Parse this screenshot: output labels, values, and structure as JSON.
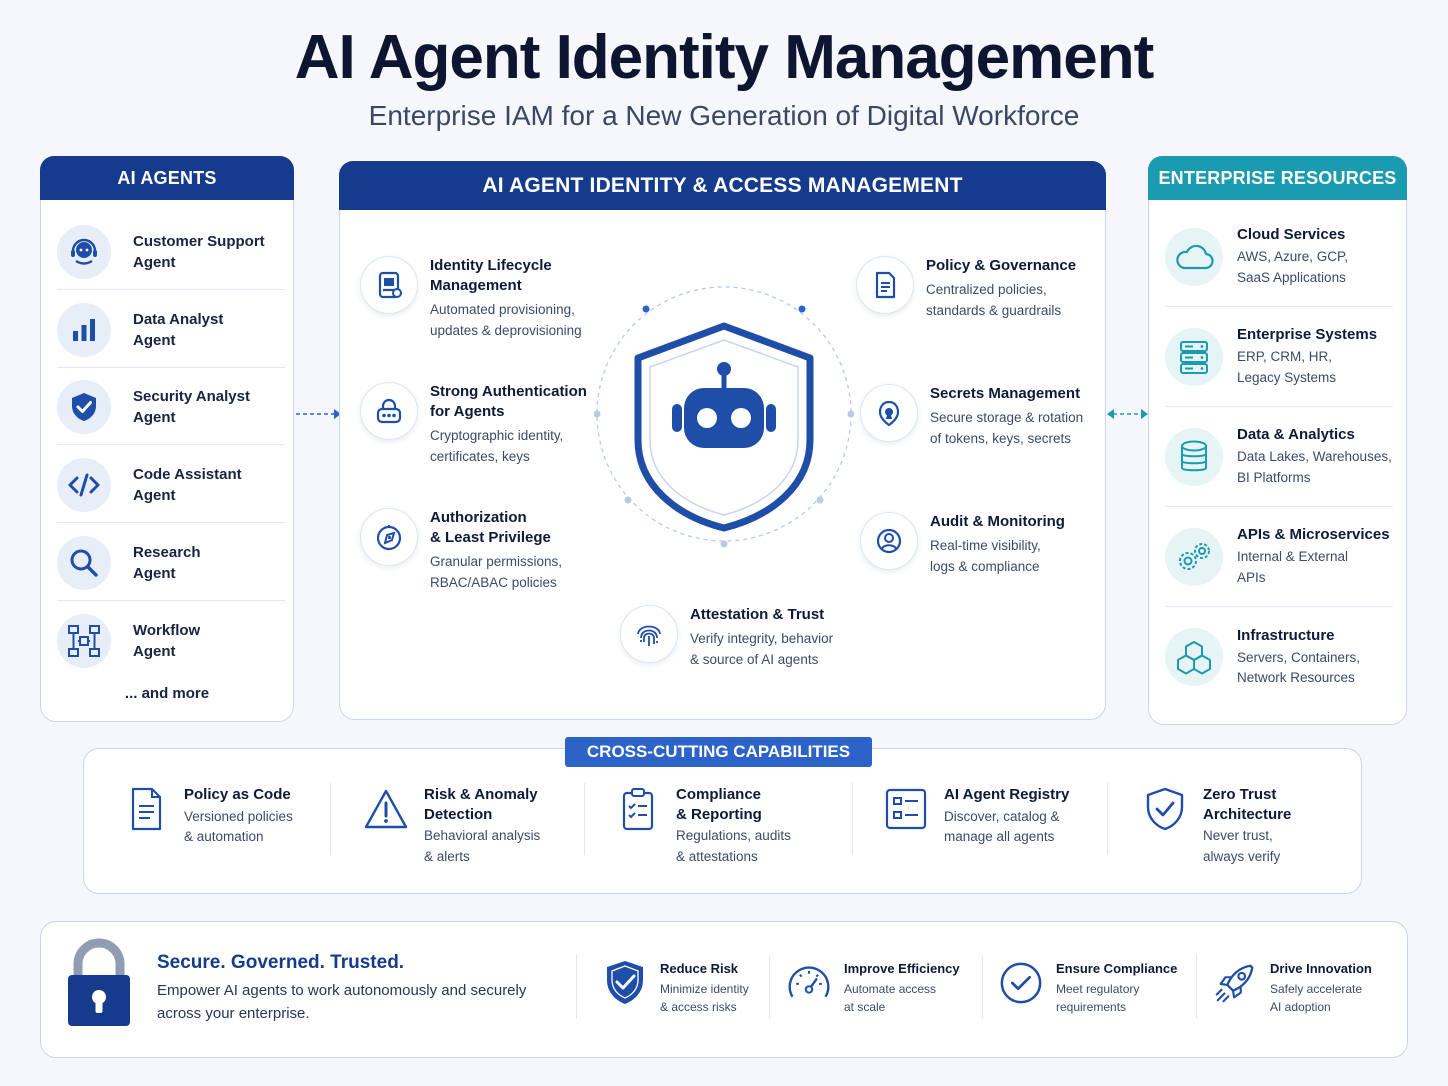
{
  "header": {
    "title": "AI Agent Identity Management",
    "subtitle": "Enterprise IAM for a New Generation of Digital Workforce"
  },
  "colors": {
    "navy": "#163a8c",
    "teal": "#1b9bb0",
    "accent": "#2d63c8"
  },
  "agents": {
    "heading": "AI AGENTS",
    "items": [
      {
        "label": "Customer Support\nAgent",
        "icon": "headset-icon"
      },
      {
        "label": "Data Analyst\nAgent",
        "icon": "bar-chart-icon"
      },
      {
        "label": "Security Analyst\nAgent",
        "icon": "shield-check-icon"
      },
      {
        "label": "Code Assistant\nAgent",
        "icon": "code-icon"
      },
      {
        "label": "Research\nAgent",
        "icon": "magnifier-icon"
      },
      {
        "label": "Workflow\nAgent",
        "icon": "workflow-icon"
      }
    ],
    "more": "... and more"
  },
  "iam": {
    "heading": "AI AGENT IDENTITY & ACCESS MANAGEMENT",
    "features": [
      {
        "title": "Identity Lifecycle\nManagement",
        "desc": "Automated provisioning,\nupdates & deprovisioning",
        "icon": "id-badge-icon"
      },
      {
        "title": "Strong Authentication\nfor Agents",
        "desc": "Cryptographic identity,\ncertificates, keys",
        "icon": "password-icon"
      },
      {
        "title": "Authorization\n& Least Privilege",
        "desc": "Granular permissions,\nRBAC/ABAC policies",
        "icon": "compass-icon"
      },
      {
        "title": "Attestation & Trust",
        "desc": "Verify integrity, behavior\n& source of AI agents",
        "icon": "fingerprint-icon"
      },
      {
        "title": "Policy & Governance",
        "desc": "Centralized policies,\nstandards & guardrails",
        "icon": "document-icon"
      },
      {
        "title": "Secrets Management",
        "desc": "Secure storage & rotation\nof tokens, keys, secrets",
        "icon": "lock-shield-icon"
      },
      {
        "title": "Audit & Monitoring",
        "desc": "Real-time visibility,\nlogs & compliance",
        "icon": "user-search-icon"
      }
    ]
  },
  "resources": {
    "heading": "ENTERPRISE RESOURCES",
    "items": [
      {
        "title": "Cloud Services",
        "desc": "AWS, Azure, GCP,\nSaaS Applications",
        "icon": "cloud-icon"
      },
      {
        "title": "Enterprise Systems",
        "desc": "ERP, CRM, HR,\nLegacy Systems",
        "icon": "server-icon"
      },
      {
        "title": "Data & Analytics",
        "desc": "Data Lakes, Warehouses,\nBI Platforms",
        "icon": "database-icon"
      },
      {
        "title": "APIs & Microservices",
        "desc": "Internal & External\nAPIs",
        "icon": "gears-icon"
      },
      {
        "title": "Infrastructure",
        "desc": "Servers, Containers,\nNetwork Resources",
        "icon": "cubes-icon"
      }
    ]
  },
  "capabilities": {
    "heading": "CROSS-CUTTING CAPABILITIES",
    "items": [
      {
        "title": "Policy as Code",
        "desc": "Versioned policies\n& automation",
        "icon": "policy-doc-icon"
      },
      {
        "title": "Risk & Anomaly\nDetection",
        "desc": "Behavioral analysis\n& alerts",
        "icon": "warning-icon"
      },
      {
        "title": "Compliance\n& Reporting",
        "desc": "Regulations, audits\n& attestations",
        "icon": "clipboard-icon"
      },
      {
        "title": "AI Agent Registry",
        "desc": "Discover, catalog &\nmanage all agents",
        "icon": "registry-icon"
      },
      {
        "title": "Zero Trust\nArchitecture",
        "desc": "Never trust,\nalways verify",
        "icon": "zero-trust-shield-icon"
      }
    ]
  },
  "banner": {
    "title": "Secure. Governed. Trusted.",
    "desc": "Empower AI agents to work autonomously and securely across your enterprise.",
    "items": [
      {
        "title": "Reduce Risk",
        "desc": "Minimize identity\n& access risks",
        "icon": "risk-shield-icon"
      },
      {
        "title": "Improve Efficiency",
        "desc": "Automate access\nat scale",
        "icon": "speedometer-icon"
      },
      {
        "title": "Ensure Compliance",
        "desc": "Meet regulatory\nrequirements",
        "icon": "check-circle-icon"
      },
      {
        "title": "Drive Innovation",
        "desc": "Safely accelerate\nAI adoption",
        "icon": "rocket-icon"
      }
    ]
  }
}
